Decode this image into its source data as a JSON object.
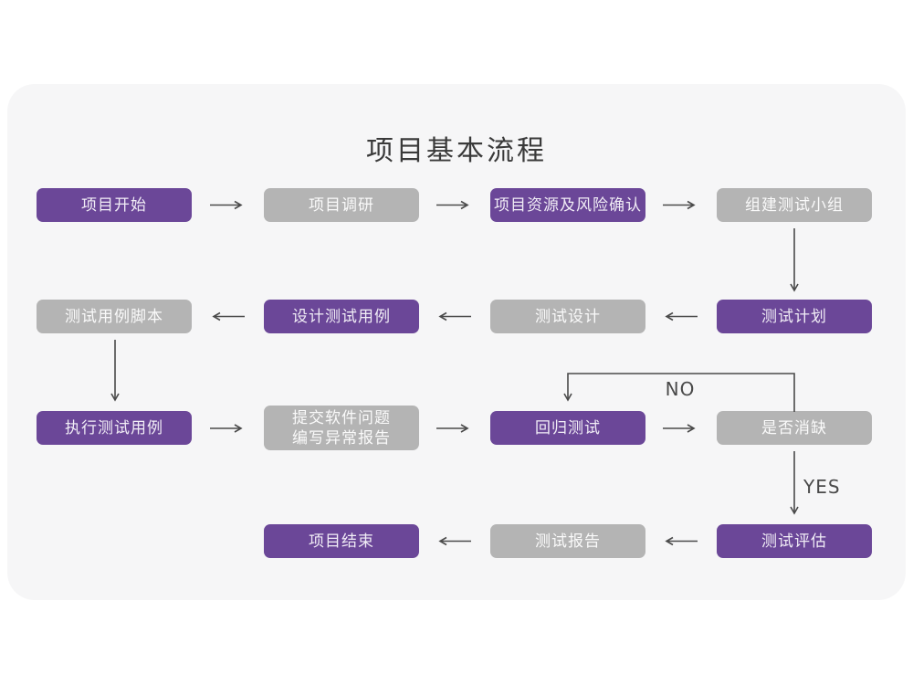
{
  "page": {
    "title": "项目基本流程"
  },
  "colors": {
    "node_purple": "#6b4798",
    "node_gray": "#b4b4b4",
    "card_background": "#f6f6f7",
    "arrow": "#4a4a4a",
    "title_text": "#3a3a3a"
  },
  "flowchart": {
    "nodes": [
      {
        "label": "项目开始",
        "variant": "purple"
      },
      {
        "label": "项目调研",
        "variant": "gray"
      },
      {
        "label": "项目资源及风险确认",
        "variant": "purple"
      },
      {
        "label": "组建测试小组",
        "variant": "gray"
      },
      {
        "label": "测试用例脚本",
        "variant": "gray"
      },
      {
        "label": "设计测试用例",
        "variant": "purple"
      },
      {
        "label": "测试设计",
        "variant": "gray"
      },
      {
        "label": "测试计划",
        "variant": "purple"
      },
      {
        "label": "执行测试用例",
        "variant": "purple"
      },
      {
        "label": "提交软件问题\n编写异常报告",
        "variant": "gray"
      },
      {
        "label": "回归测试",
        "variant": "purple"
      },
      {
        "label": "是否消缺",
        "variant": "gray"
      },
      {
        "label": "项目结束",
        "variant": "purple"
      },
      {
        "label": "测试报告",
        "variant": "gray"
      },
      {
        "label": "测试评估",
        "variant": "purple"
      }
    ],
    "edge_labels": {
      "no": "NO",
      "yes": "YES"
    }
  }
}
